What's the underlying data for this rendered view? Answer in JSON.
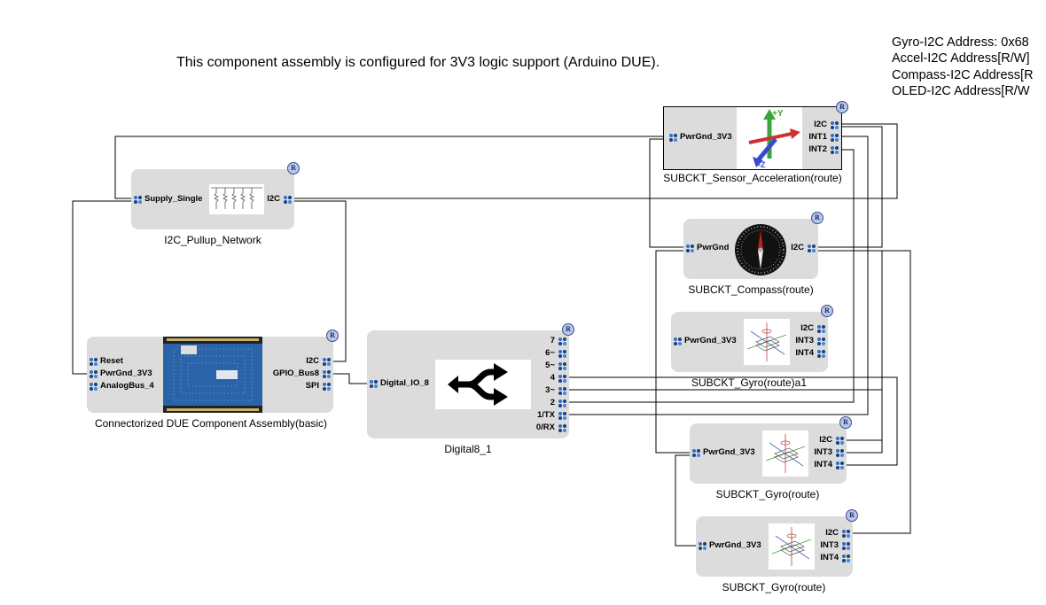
{
  "notes": {
    "assembly_config": "This component assembly is configured for 3V3 logic support (Arduino DUE).",
    "addresses": [
      "Gyro-I2C Address: 0x68",
      "Accel-I2C Address[R/W]",
      "Compass-I2C Address[R",
      "OLED-I2C Address[R/W"
    ]
  },
  "badge_letter": "R",
  "blocks": {
    "pullup": {
      "title": "I2C_Pullup_Network",
      "left_port": "Supply_Single",
      "right_port": "I2C",
      "icon": "resistor-network-icon"
    },
    "due": {
      "title": "Connectorized DUE Component Assembly(basic)",
      "left_ports": [
        "Reset",
        "PwrGnd_3V3",
        "AnalogBus_4"
      ],
      "right_ports": [
        "I2C",
        "GPIO_Bus8",
        "SPI"
      ],
      "icon": "arduino-board-icon"
    },
    "digital8": {
      "title": "Digital8_1",
      "left_port": "Digital_IO_8",
      "right_ports": [
        "7",
        "6~",
        "5~",
        "4",
        "3~",
        "2",
        "1/TX",
        "0/RX"
      ],
      "icon": "split-arrow-icon"
    },
    "accel": {
      "title": "SUBCKT_Sensor_Acceleration(route)",
      "left_port": "PwrGnd_3V3",
      "right_ports": [
        "I2C",
        "INT1",
        "INT2"
      ],
      "icon": "xyz-axes-icon"
    },
    "compass": {
      "title": "SUBCKT_Compass(route)",
      "left_port": "PwrGnd",
      "right_port": "I2C",
      "icon": "compass-dial-icon"
    },
    "gyro_a1": {
      "title": "SUBCKT_Gyro(route)a1",
      "left_port": "PwrGnd_3V3",
      "right_ports": [
        "I2C",
        "INT3",
        "INT4"
      ],
      "icon": "gyro-axes-icon"
    },
    "gyro_b": {
      "title": "SUBCKT_Gyro(route)",
      "left_port": "PwrGnd_3V3",
      "right_ports": [
        "I2C",
        "INT3",
        "INT4"
      ],
      "icon": "gyro-axes-icon"
    },
    "gyro_c": {
      "title": "SUBCKT_Gyro(route)",
      "left_port": "PwrGnd_3V3",
      "right_ports": [
        "I2C",
        "INT3",
        "INT4"
      ],
      "icon": "gyro-axes-icon"
    }
  },
  "colors": {
    "block_fill": "#dcdcdc",
    "pin_blue": "#2a6fd1",
    "badge_fill": "#b8c6ea"
  }
}
